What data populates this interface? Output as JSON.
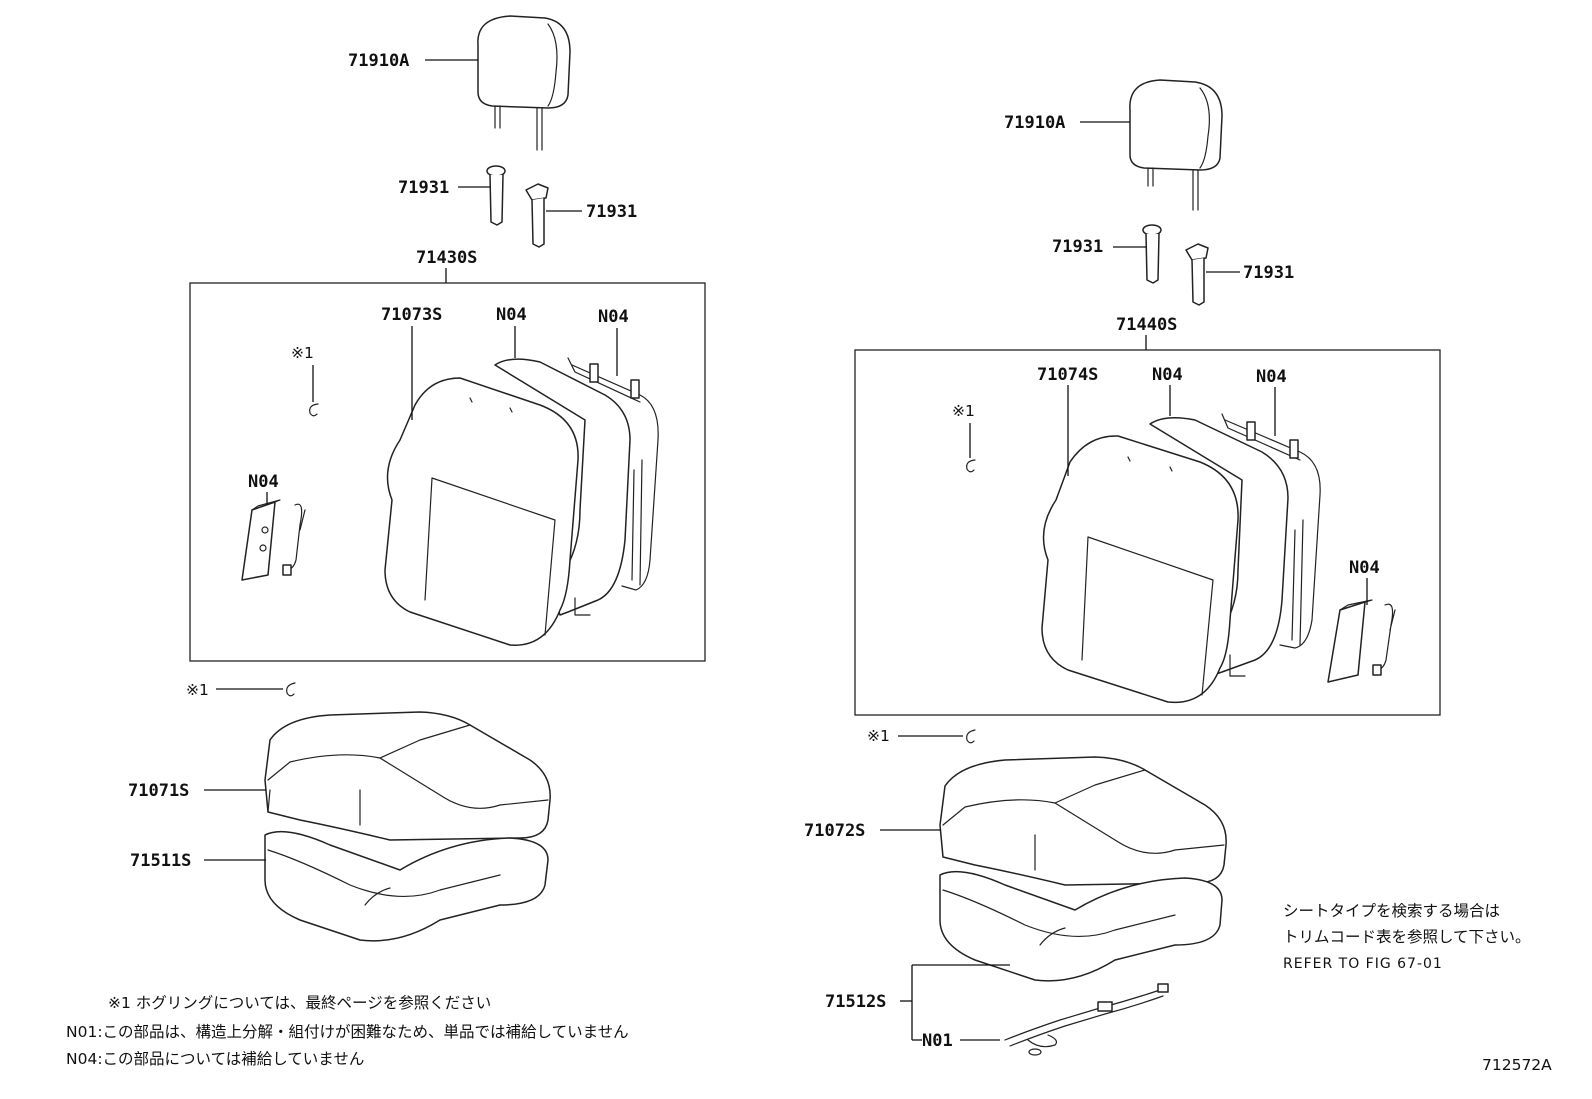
{
  "left": {
    "headrest_label": "71910A",
    "support_label_a": "71931",
    "support_label_b": "71931",
    "assembly_label": "71430S",
    "cover_label": "71073S",
    "n04_a": "N04",
    "n04_b": "N04",
    "n04_c": "N04",
    "ring_mark_box": "※1",
    "ring_mark_out": "※1",
    "cushion_cover_label": "71071S",
    "cushion_pad_label": "71511S"
  },
  "right": {
    "headrest_label": "71910A",
    "support_label_a": "71931",
    "support_label_b": "71931",
    "assembly_label": "71440S",
    "cover_label": "71074S",
    "n04_a": "N04",
    "n04_b": "N04",
    "n04_c": "N04",
    "ring_mark_box": "※1",
    "ring_mark_out": "※1",
    "cushion_cover_label": "71072S",
    "cushion_pad_label": "71512S",
    "n01_label": "N01"
  },
  "notes": {
    "hog_ring": "※1  ホグリングについては、最終ページを参照ください",
    "n01": "N01:この部品は、構造上分解・組付けが困難なため、単品では補給していません",
    "n04": "N04:この部品については補給していません"
  },
  "trim": {
    "line1": "シートタイプを検索する場合は",
    "line2": "トリムコード表を参照して下さい。",
    "line3": "REFER TO FIG 67-01"
  },
  "figure_number": "712572A"
}
